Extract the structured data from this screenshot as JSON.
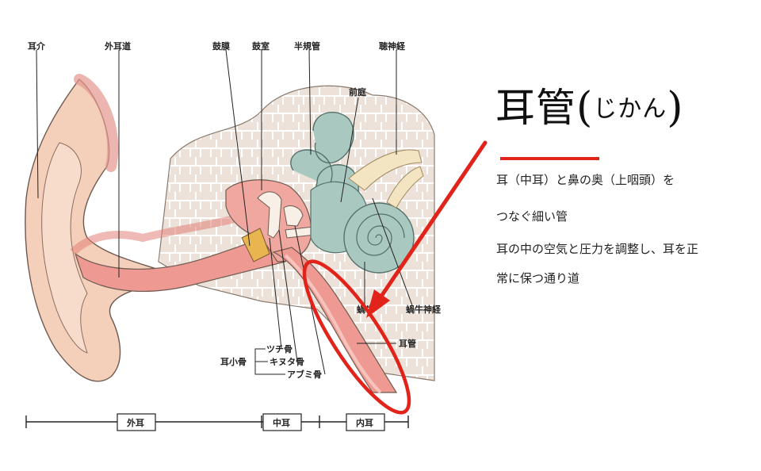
{
  "diagram": {
    "labels": {
      "pinna": "耳介",
      "ear_canal": "外耳道",
      "eardrum": "鼓膜",
      "tympanic_cavity": "鼓室",
      "semicircular_canals": "半規管",
      "auditory_nerve": "聴神経",
      "vestibule": "前庭",
      "cochlea": "蝸牛",
      "cochlear_nerve": "蝸牛神経",
      "eustachian_tube": "耳管",
      "ossicles": "耳小骨",
      "malleus": "ツチ骨",
      "incus": "キヌタ骨",
      "stapes": "アブミ骨"
    },
    "segments": {
      "outer": "外耳",
      "middle": "中耳",
      "inner": "内耳"
    }
  },
  "text": {
    "title_main": "耳管",
    "title_open": "(",
    "title_reading": "じかん",
    "title_close": ")",
    "line1": "耳（中耳）と鼻の奥（上咽頭）を",
    "line2": "つなぐ細い管",
    "line3": "耳の中の空気と圧力を調整し、耳を正",
    "line4": "常に保つ通り道"
  },
  "colors": {
    "accent": "#e2231a",
    "skin": "#f1c9b0",
    "canal": "#ee9a92",
    "bone": "#ece4dc",
    "cochlea": "#a9c9c0",
    "nerve": "#f3e4c2"
  }
}
